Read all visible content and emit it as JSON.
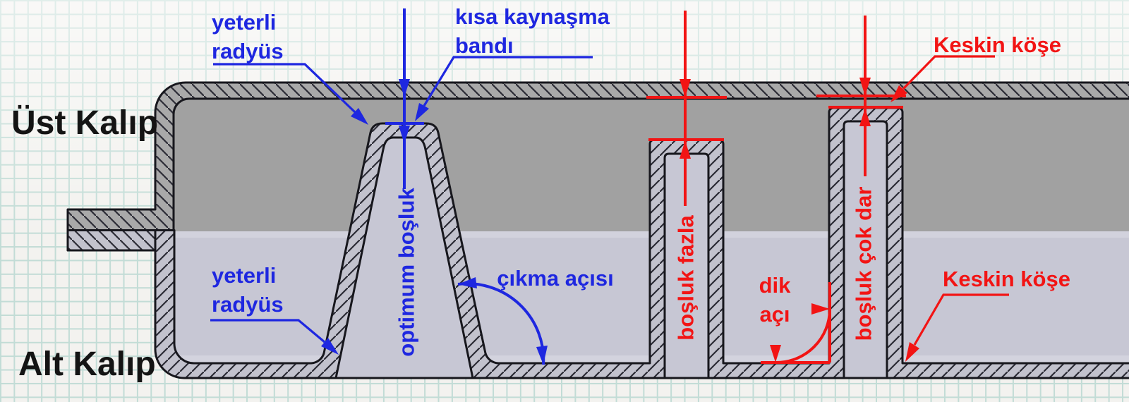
{
  "labels": {
    "upper_mold": "Üst Kalıp",
    "lower_mold": "Alt Kalıp"
  },
  "blue_annotations": {
    "sufficient_radius_top": "yeterli radyüs",
    "short_weld_band": "kısa kaynaşma bandı",
    "optimum_gap": "optimum boşluk",
    "draft_angle": "çıkma açısı",
    "sufficient_radius_bottom": "yeterli radyüs"
  },
  "red_annotations": {
    "sharp_corner_top": "Keskin köşe",
    "gap_excessive": "boşluk fazla",
    "right_angle": "dik açı",
    "gap_too_narrow": "boşluk çok dar",
    "sharp_corner_bottom": "Keskin köşe"
  },
  "colors": {
    "annotation_blue": "#1e27e0",
    "annotation_red": "#f21414",
    "label_black": "#141414",
    "outline": "#17171d",
    "paper": "#f3f2ef",
    "grid_line": "#c2dcd6",
    "upper_mold_fill": "#a1a1a1",
    "lower_mold_fill": "#c7c7d4",
    "lower_mold_highlight": "#d5d5df",
    "part_wall_upper": "#a9a9a9",
    "part_wall_lower": "#c2c2cd",
    "hatch_line": "#2b2b35"
  }
}
